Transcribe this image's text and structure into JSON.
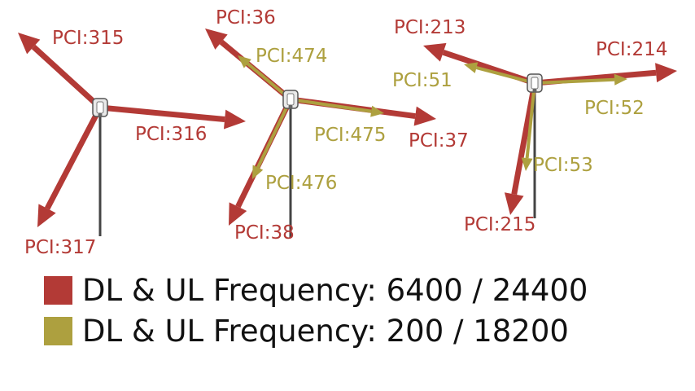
{
  "colors": {
    "red": "#b33a36",
    "olive": "#ada03f",
    "pole": "#444444"
  },
  "icons": {
    "site": "antenna-mount-icon"
  },
  "sites": [
    {
      "name": "site-1",
      "cells": [
        {
          "pci": "PCI:315",
          "band": "red"
        },
        {
          "pci": "PCI:316",
          "band": "red"
        },
        {
          "pci": "PCI:317",
          "band": "red"
        }
      ]
    },
    {
      "name": "site-2",
      "cells": [
        {
          "pci": "PCI:36",
          "band": "red"
        },
        {
          "pci": "PCI:474",
          "band": "olive"
        },
        {
          "pci": "PCI:475",
          "band": "olive"
        },
        {
          "pci": "PCI:37",
          "band": "red"
        },
        {
          "pci": "PCI:476",
          "band": "olive"
        },
        {
          "pci": "PCI:38",
          "band": "red"
        }
      ]
    },
    {
      "name": "site-3",
      "cells": [
        {
          "pci": "PCI:213",
          "band": "red"
        },
        {
          "pci": "PCI:51",
          "band": "olive"
        },
        {
          "pci": "PCI:214",
          "band": "red"
        },
        {
          "pci": "PCI:52",
          "band": "olive"
        },
        {
          "pci": "PCI:53",
          "band": "olive"
        },
        {
          "pci": "PCI:215",
          "band": "red"
        }
      ]
    }
  ],
  "legend": {
    "red": "DL & UL Frequency: 6400 / 24400",
    "olive": "DL & UL Frequency: 200 / 18200"
  }
}
